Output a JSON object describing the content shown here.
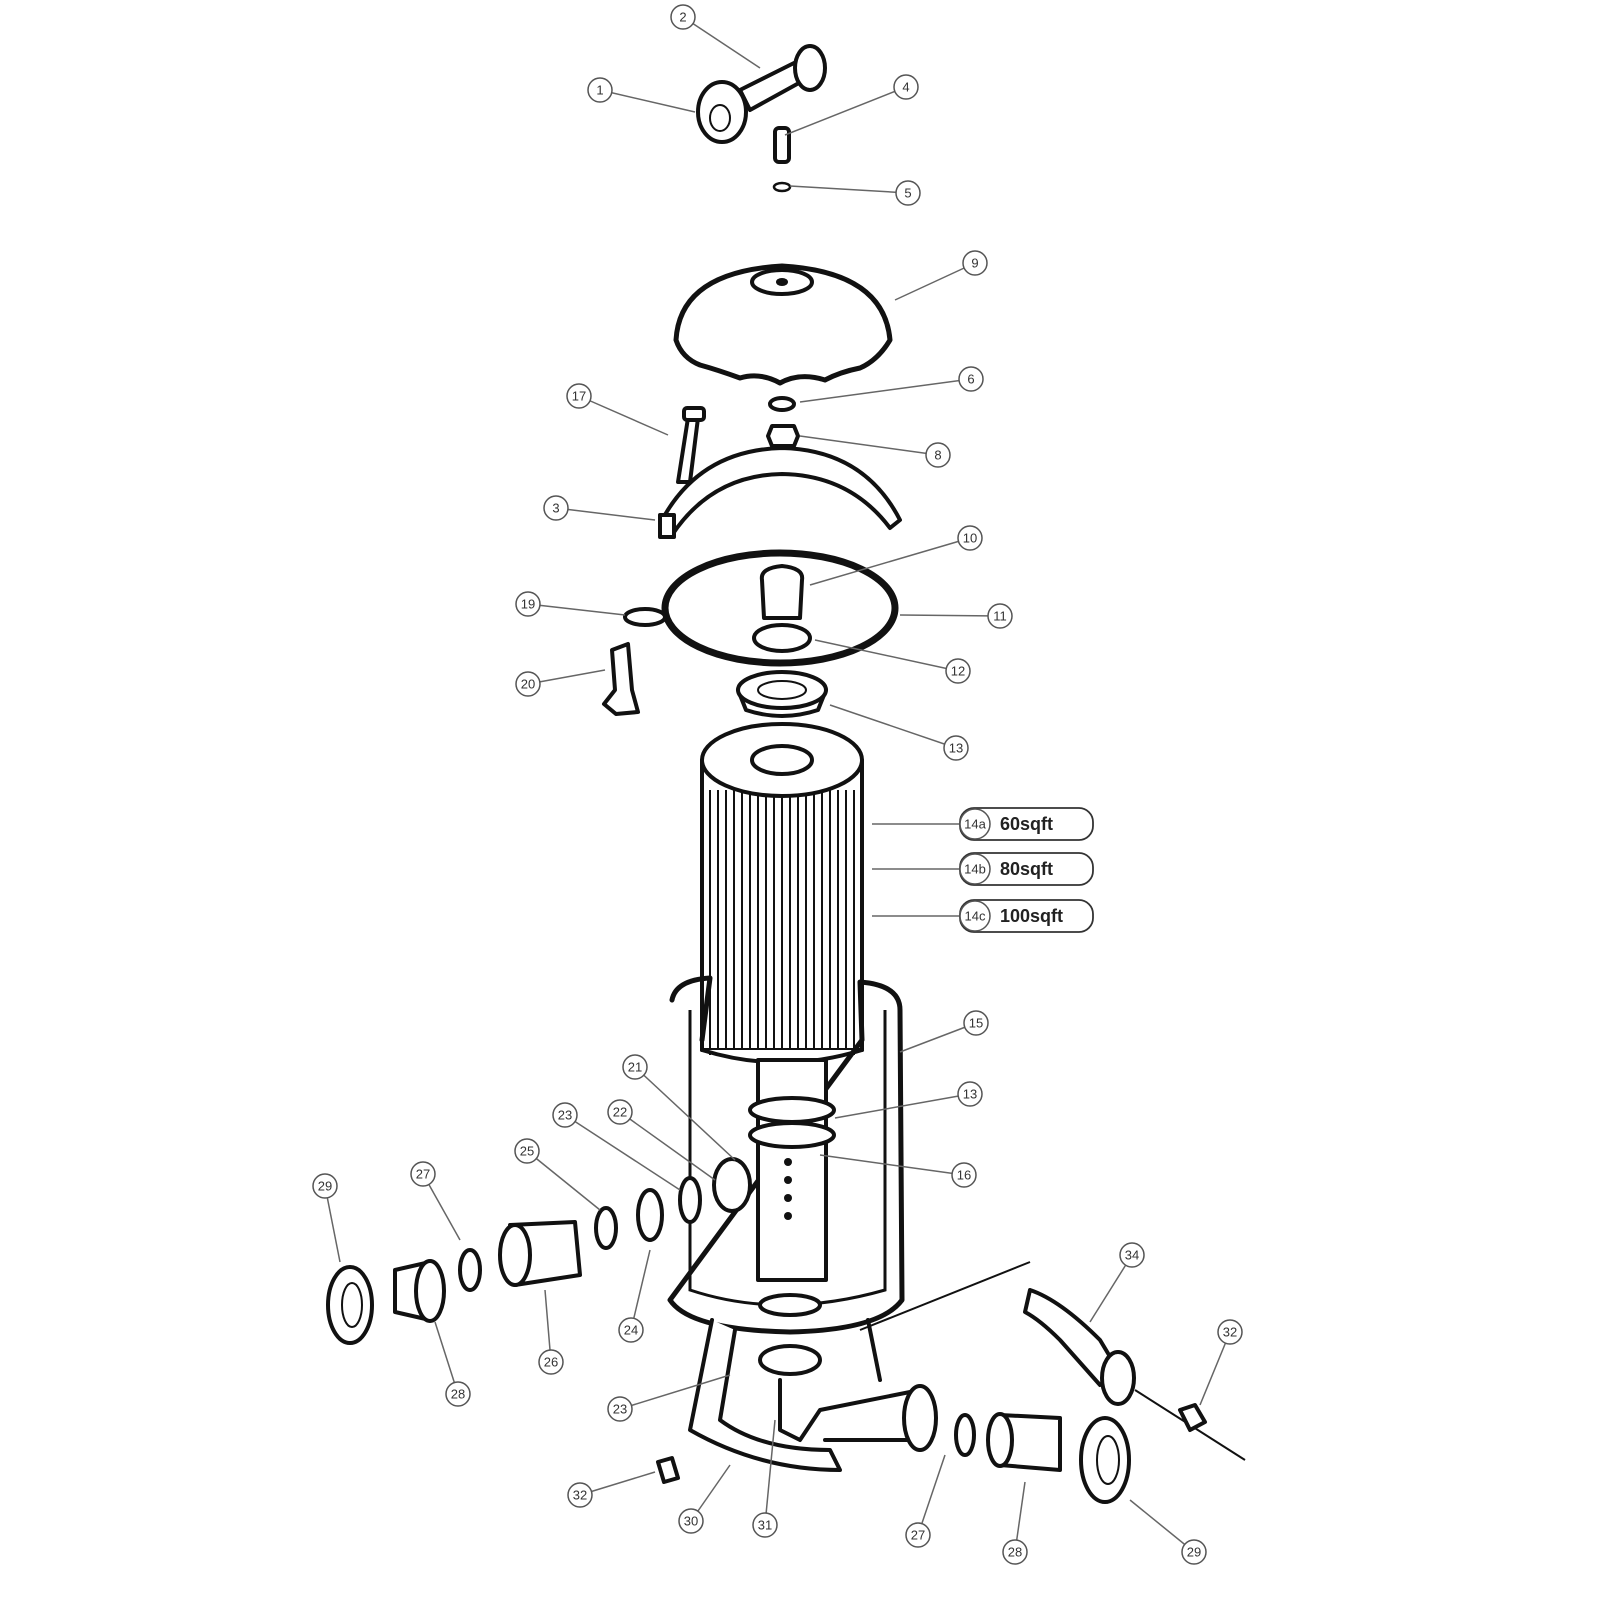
{
  "diagram": {
    "callouts": [
      "1",
      "2",
      "4",
      "5",
      "9",
      "6",
      "8",
      "17",
      "3",
      "10",
      "19",
      "11",
      "12",
      "20",
      "13",
      "15",
      "13",
      "21",
      "16",
      "23",
      "22",
      "25",
      "27",
      "29",
      "34",
      "32",
      "24",
      "26",
      "28",
      "23",
      "32",
      "30",
      "31",
      "27",
      "28",
      "29"
    ],
    "cartridge_options": [
      {
        "id": "14a",
        "size": "60sqft"
      },
      {
        "id": "14b",
        "size": "80sqft"
      },
      {
        "id": "14c",
        "size": "100sqft"
      }
    ]
  }
}
